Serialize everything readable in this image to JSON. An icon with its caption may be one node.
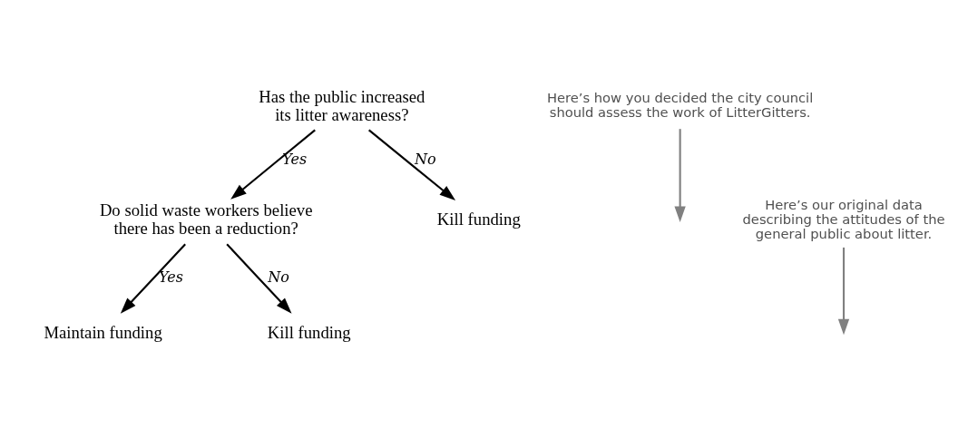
{
  "diagram": {
    "nodes": [
      {
        "text": [
          "Has the public increased its litter awareness?"
        ]
      },
      {
        "text": [
          "Do solid waste workers believe there has been a reduction?"
        ]
      },
      {
        "text": [
          "Kill funding"
        ]
      },
      {
        "text": [
          "Maintain funding"
        ]
      },
      {
        "text": [
          "Kill funding"
        ]
      },
      {
        "text": [
          "Here’s how you decided the city council should assess the work of LitterGitters."
        ]
      },
      {
        "text": [
          "Here’s our original data describing the attitudes of the general public about litter."
        ]
      }
    ],
    "edges": [
      {
        "from": 0,
        "to": 1,
        "arrow": "to",
        "label": "Yes"
      },
      {
        "from": 0,
        "to": 2,
        "arrow": "to",
        "label": "No"
      },
      {
        "from": 1,
        "to": 3,
        "arrow": "to",
        "label": "Yes"
      },
      {
        "from": 1,
        "to": 4,
        "arrow": "to",
        "label": "No"
      },
      {
        "from": 5,
        "to": null,
        "arrow": "to",
        "color": "#808080"
      },
      {
        "from": 6,
        "to": null,
        "arrow": "to",
        "color": "#808080"
      }
    ]
  }
}
